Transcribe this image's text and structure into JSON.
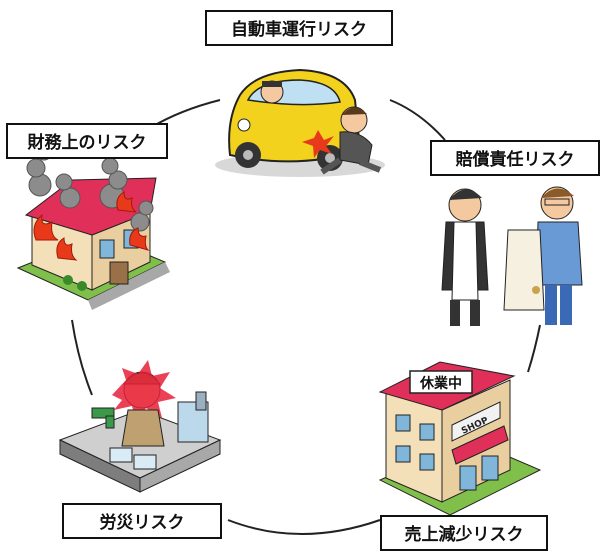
{
  "diagram": {
    "labels": {
      "auto": "自動車運行リスク",
      "financial": "財務上のリスク",
      "liability": "賠償責任リスク",
      "labor": "労災リスク",
      "sales": "売上減少リスク"
    },
    "shop_sign": "休業中",
    "shop_awning_text": "SHOP",
    "colors": {
      "car": "#f2d21c",
      "roof": "#e0305a",
      "fire": "#e83a1a",
      "smoke": "#8c8c8c",
      "grass": "#7fbf4a",
      "building": "#f3dfb8",
      "window": "#7fb6d9"
    }
  }
}
